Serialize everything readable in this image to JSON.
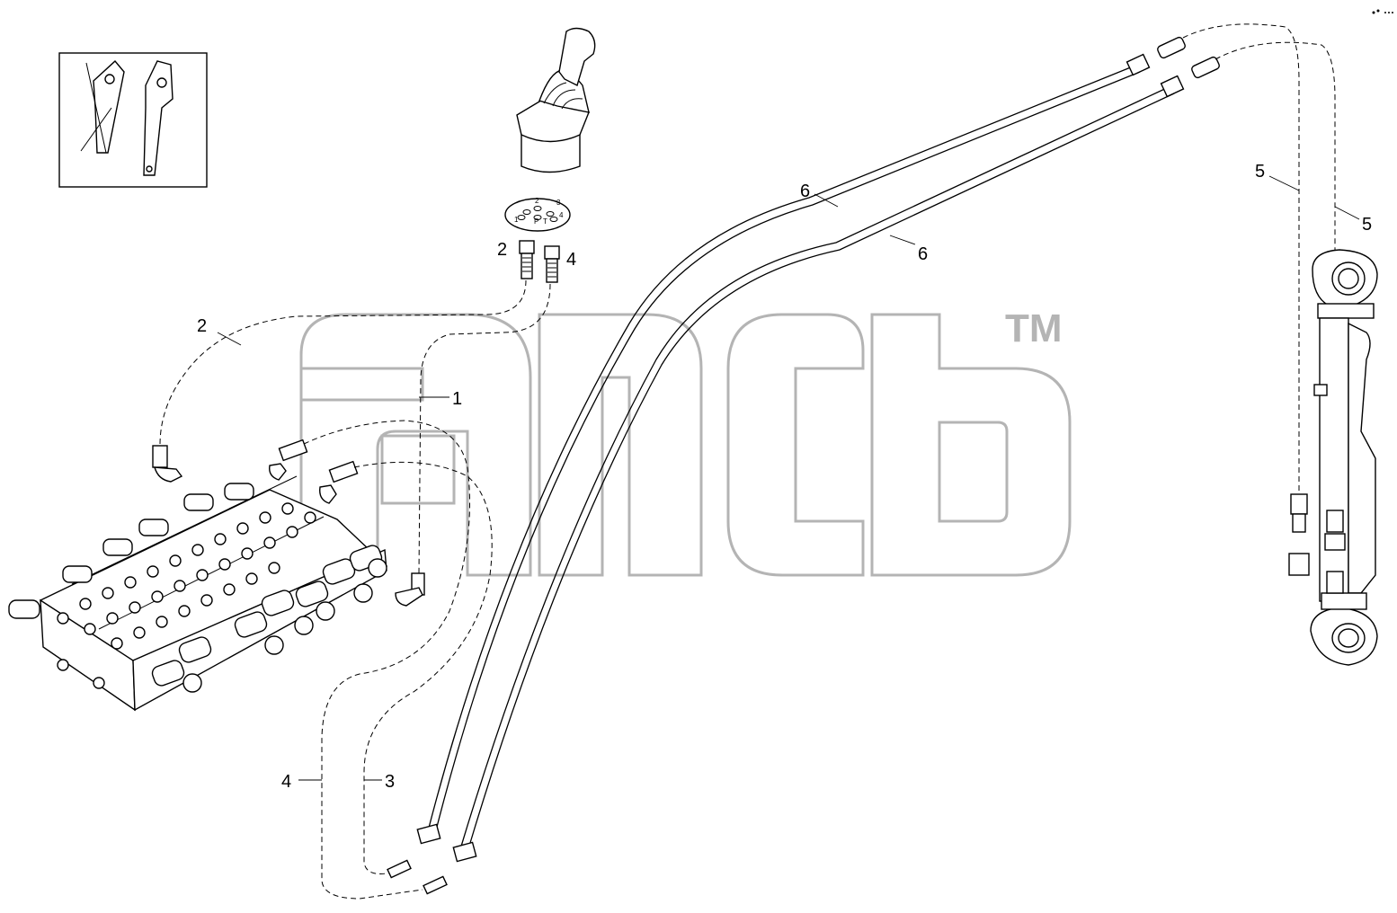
{
  "watermark": {
    "mark": "TM"
  },
  "joystick_pinout": [
    "1",
    "2",
    "3",
    "4",
    "P",
    "T"
  ],
  "callouts": [
    {
      "id": "c1",
      "label": "1"
    },
    {
      "id": "c2a",
      "label": "2"
    },
    {
      "id": "c2b",
      "label": "2"
    },
    {
      "id": "c3",
      "label": "3"
    },
    {
      "id": "c4a",
      "label": "4"
    },
    {
      "id": "c4b",
      "label": "4"
    },
    {
      "id": "c5a",
      "label": "5"
    },
    {
      "id": "c5b",
      "label": "5"
    },
    {
      "id": "c6a",
      "label": "6"
    },
    {
      "id": "c6b",
      "label": "6"
    }
  ],
  "colors": {
    "line": "#000000",
    "watermark": "#b4b4b4",
    "background": "#ffffff"
  }
}
